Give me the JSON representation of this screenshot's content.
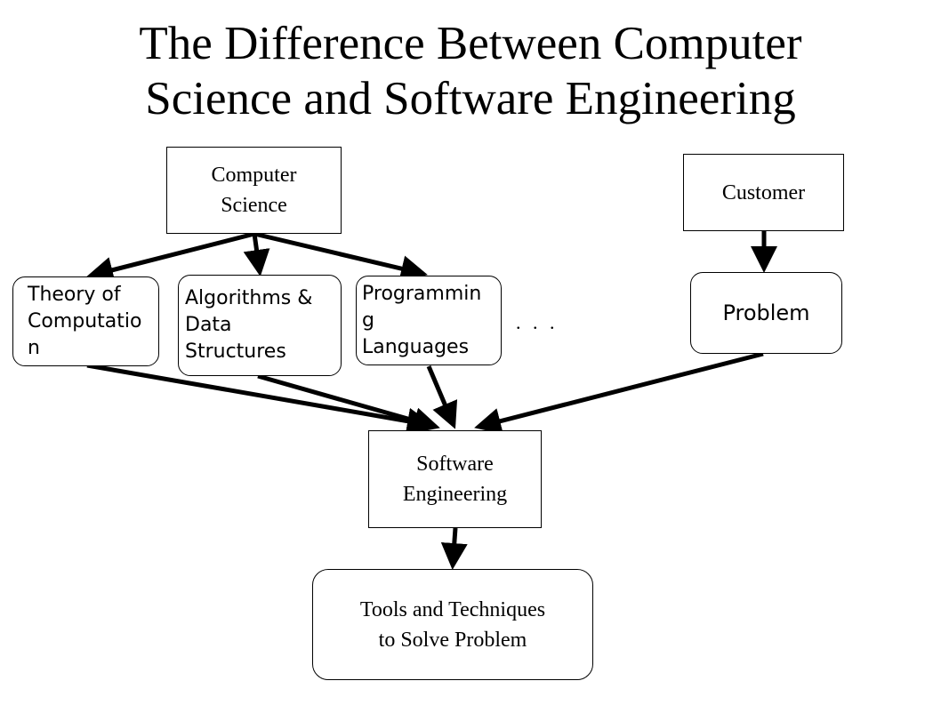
{
  "title": {
    "line1": "The Difference Between Computer",
    "line2": "Science and Software Engineering"
  },
  "nodes": {
    "computer_science": "Computer\nScience",
    "customer": "Customer",
    "theory": "Theory of\nComputatio\nn",
    "algorithms": "Algorithms &\nData\nStructures",
    "programming": "Programmin\ng\n  Languages",
    "ellipsis": ". . .",
    "problem": "Problem",
    "software_engineering": "Software\nEngineering",
    "tools": "Tools and Techniques\n to Solve Problem"
  }
}
